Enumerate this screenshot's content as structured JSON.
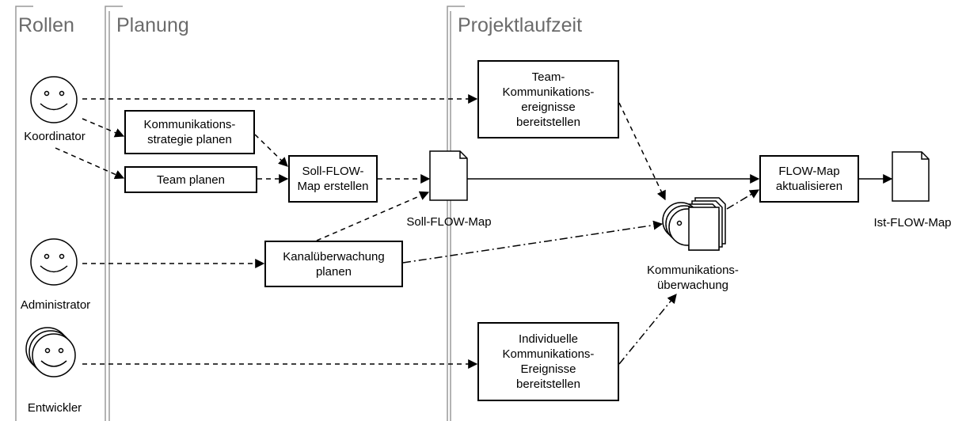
{
  "lanes": {
    "roles": "Rollen",
    "planning": "Planung",
    "runtime": "Projektlaufzeit"
  },
  "roles": {
    "coordinator": "Koordinator",
    "administrator": "Administrator",
    "developer": "Entwickler"
  },
  "activities": {
    "comm_strategy": "Kommunikations-\nstrategie planen",
    "team_plan": "Team planen",
    "create_flow_map": "Soll-FLOW-\nMap erstellen",
    "channel_monitoring": "Kanalüberwachung\nplanen",
    "team_events": "Team-\nKommunikations-\nereignisse\nbereitstellen",
    "individual_events": "Individuelle\nKommunikations-\nEreignisse\nbereitstellen",
    "update_flow_map": "FLOW-Map\naktualisieren"
  },
  "artifacts": {
    "soll_map": "Soll-FLOW-Map",
    "ist_map": "Ist-FLOW-Map",
    "monitoring": "Kommunikations-\nüberwachung"
  }
}
